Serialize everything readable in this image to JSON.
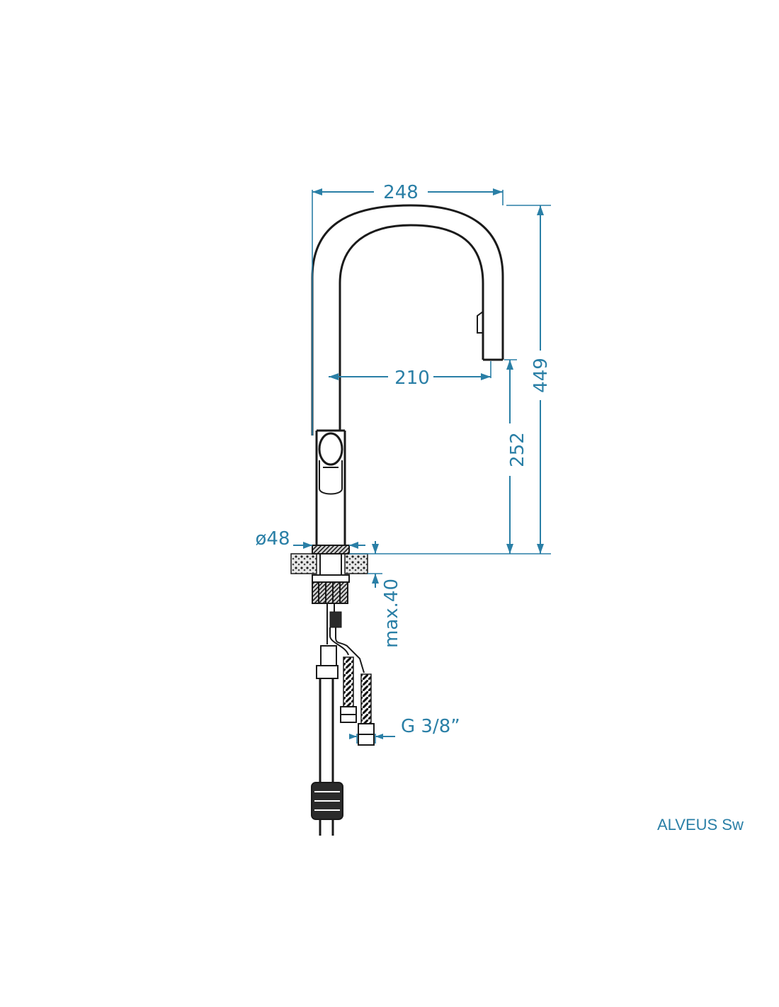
{
  "dimensions": {
    "width_total": "248",
    "reach": "210",
    "height_total": "449",
    "height_spout": "252",
    "hole_diameter": "ø48",
    "max_thickness": "max.40",
    "connection": "G 3/8”"
  },
  "brand_label": "ALVEUS Sw",
  "colors": {
    "dimension": "#2a7fa6",
    "outline": "#1a1a1a"
  }
}
